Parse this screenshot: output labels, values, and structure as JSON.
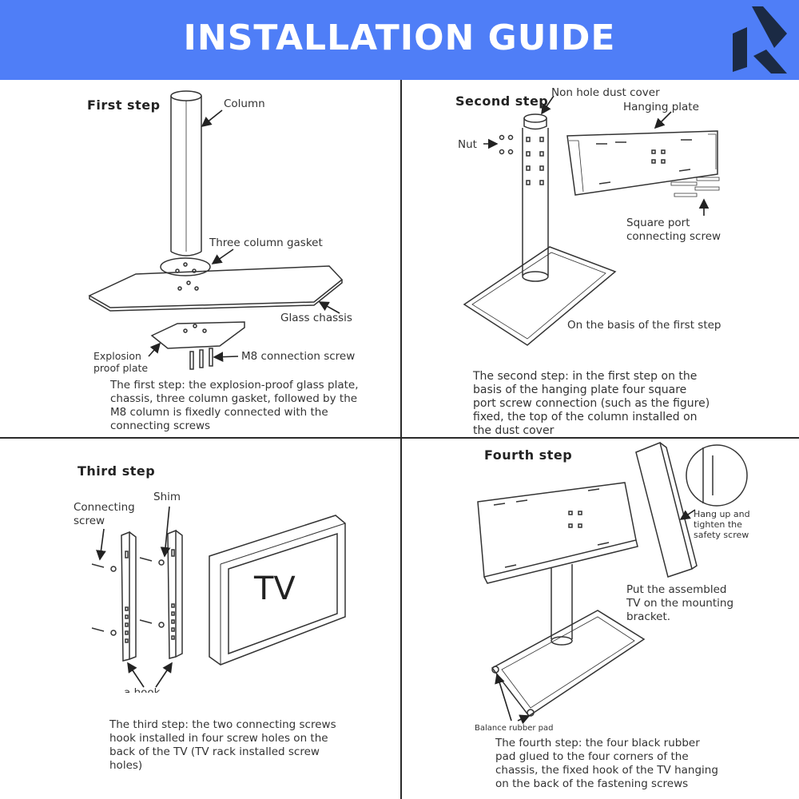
{
  "header": {
    "title": "INSTALLATION GUIDE",
    "logo_icon": "brand-logo-icon"
  },
  "colors": {
    "banner": "#4f7ef7",
    "title_text": "#ffffff",
    "lines": "#2a2a2a"
  },
  "step1": {
    "title": "First step",
    "labels": {
      "column": "Column",
      "gasket": "Three column gasket",
      "chassis": "Glass chassis",
      "plate": "Explosion\nproof plate",
      "screw": "M8 connection screw"
    },
    "description": "The first step: the explosion-proof glass plate,\nchassis, three column gasket, followed by the\nM8 column is fixedly connected with the\nconnecting screws"
  },
  "step2": {
    "title": "Second step",
    "labels": {
      "cover": "Non hole dust cover",
      "hanging_plate": "Hanging plate",
      "nut": "Nut",
      "square_port": "Square port\nconnecting screw",
      "basis": "On the basis of the first step"
    },
    "description": "The second step: in the first step on the\nbasis of the hanging plate four square\nport screw connection (such as the figure)\nfixed, the top of the column installed on\nthe dust cover"
  },
  "step3": {
    "title": "Third step",
    "labels": {
      "connecting_screw": "Connecting\nscrew",
      "shim": "Shim",
      "hook": "a hook",
      "tv": "TV"
    },
    "description": "The third step: the two connecting screws\nhook installed in four screw holes on the\nback of the TV (TV rack installed screw\nholes)"
  },
  "step4": {
    "title": "Fourth step",
    "labels": {
      "hang_up": "Hang up and\ntighten the\nsafety screw",
      "put": "Put the assembled\nTV on the mounting\nbracket.",
      "rubber_pad": "Balance rubber pad"
    },
    "description": "The fourth step: the four black rubber\n pad glued to the four corners of the\nchassis, the fixed hook of the TV hanging\non the back of the fastening screws"
  }
}
